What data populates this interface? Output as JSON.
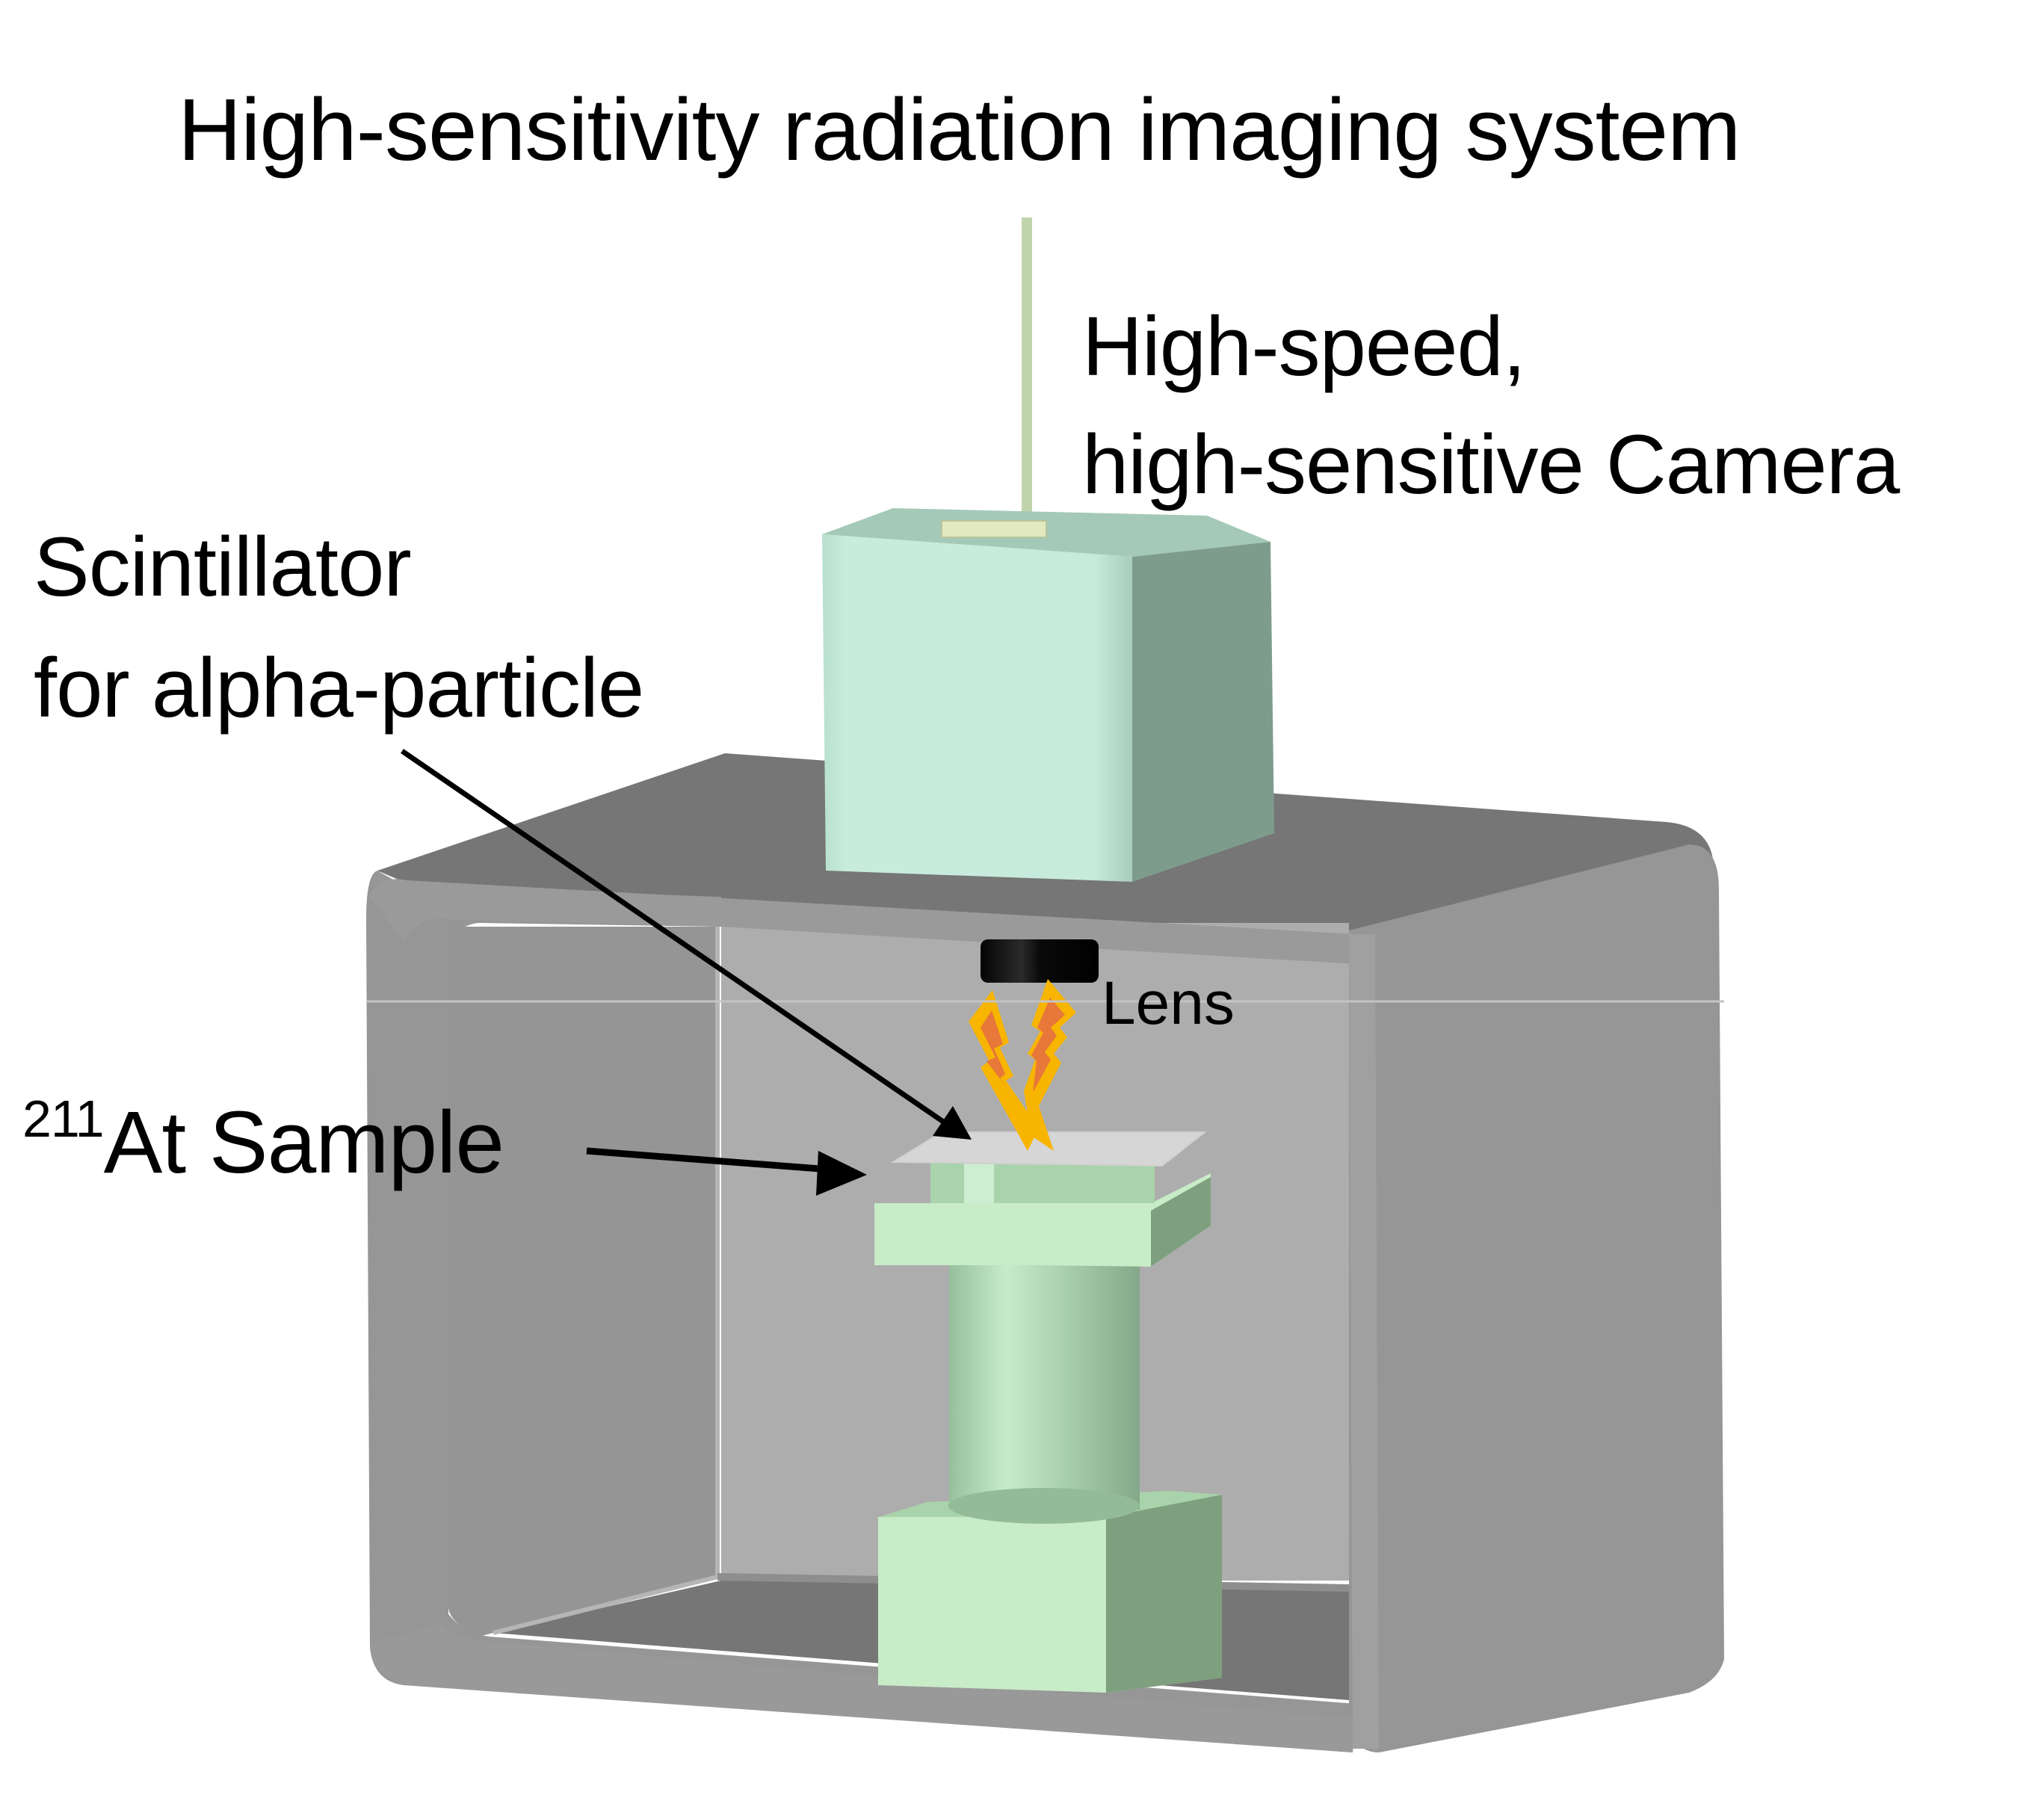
{
  "title": "High-sensitivity radiation imaging system",
  "labels": {
    "camera_line1": "High-speed,",
    "camera_line2": "high-sensitive Camera",
    "scintillator_line1": "Scintillator",
    "scintillator_line2": "for alpha-particle",
    "sample_superscript": "211",
    "sample_text": "At Sample",
    "lens": "Lens"
  },
  "components": [
    {
      "id": "camera",
      "name": "High-speed, high-sensitive Camera",
      "color": "#c6eadb"
    },
    {
      "id": "lens",
      "name": "Lens",
      "color": "#0a0a0a"
    },
    {
      "id": "scintillator",
      "name": "Scintillator for alpha-particle",
      "color": "#d4d4d4"
    },
    {
      "id": "sample",
      "name": "211At Sample",
      "color": "#c8ecc8"
    },
    {
      "id": "enclosure",
      "name": "Light-tight enclosure",
      "color": "#969696"
    },
    {
      "id": "alpha-emission",
      "name": "Alpha-particle emission symbol",
      "color": "#f7b500"
    }
  ],
  "colors": {
    "enclosure_top": "#767676",
    "enclosure_side": "#969696",
    "enclosure_back": "#adadad",
    "enclosure_floor": "#7a7a7a",
    "camera_front": "#c6eadb",
    "camera_side": "#7e9c8c",
    "stage_front": "#c8ecc8",
    "stage_side": "#7ea07e",
    "bolt_outer": "#f7b500",
    "bolt_inner": "#e8773a",
    "arrow": "#000000",
    "cable": "#c0d4ac"
  }
}
